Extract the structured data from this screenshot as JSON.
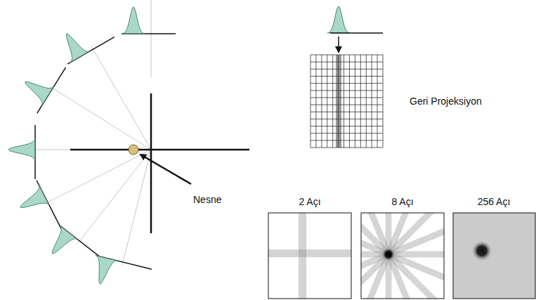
{
  "diagram": {
    "labels": [
      "Nesne",
      "Geri Projeksiyon",
      "2 Açı",
      "8 Açı",
      "256 Açı"
    ]
  }
}
